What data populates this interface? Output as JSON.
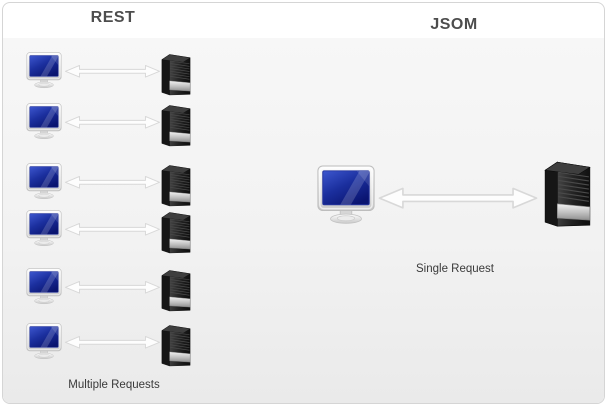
{
  "panels": {
    "rest": {
      "title": "REST",
      "caption": "Multiple Requests",
      "connections": 6
    },
    "jsom": {
      "title": "JSOM",
      "caption": "Single Request",
      "connections": 1
    }
  },
  "icons": {
    "client": "computer-monitor-icon",
    "server": "server-tower-icon",
    "link": "double-headed-arrow-icon"
  },
  "colors": {
    "canvas_background": "#ffffff",
    "panel_background_top": "#f7f7f7",
    "panel_background_bottom": "#eaeaea",
    "card_border": "#d5d5d5",
    "title_text": "#4d4d4d",
    "caption_text": "#3a3a3a",
    "monitor_screen_blue": "#14228e",
    "monitor_frame_silver": "#d9d9d9",
    "server_body": "#1c1c1c",
    "server_panel_silver": "#c9c9c9",
    "arrow_fill": "#fdfdfd",
    "arrow_outline": "#d8d8d8"
  }
}
